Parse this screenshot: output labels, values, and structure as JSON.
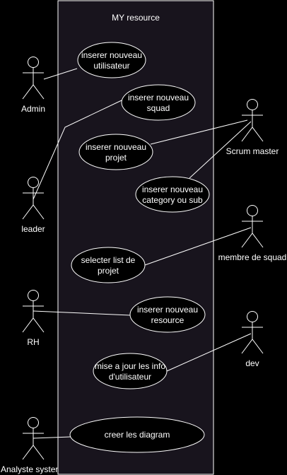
{
  "system": {
    "title": "MY resource"
  },
  "actors": {
    "admin": "Admin",
    "leader": "leader",
    "rh": "RH",
    "analyste": "Analyste syster",
    "scrum": "Scrum master",
    "membre": "membre de squad",
    "dev": "dev"
  },
  "usecases": {
    "inserer_utilisateur": [
      "inserer nouveau",
      "utilisateur"
    ],
    "inserer_squad": [
      "inserer nouveau",
      "squad"
    ],
    "inserer_projet": [
      "inserer nouveau",
      "projet"
    ],
    "inserer_category": [
      "inserer nouveau",
      "category ou sub"
    ],
    "selecter_projet": [
      "selecter list de",
      "projet"
    ],
    "inserer_resource": [
      "inserer nouveau",
      "resource"
    ],
    "mise_a_jour": [
      "mise a jour les info",
      "d'utilisateur"
    ],
    "creer_diagram": [
      "creer les diagram"
    ]
  },
  "colors": {
    "background": "#000000",
    "stroke": "#ffffff",
    "system_fill": "#18141d"
  }
}
